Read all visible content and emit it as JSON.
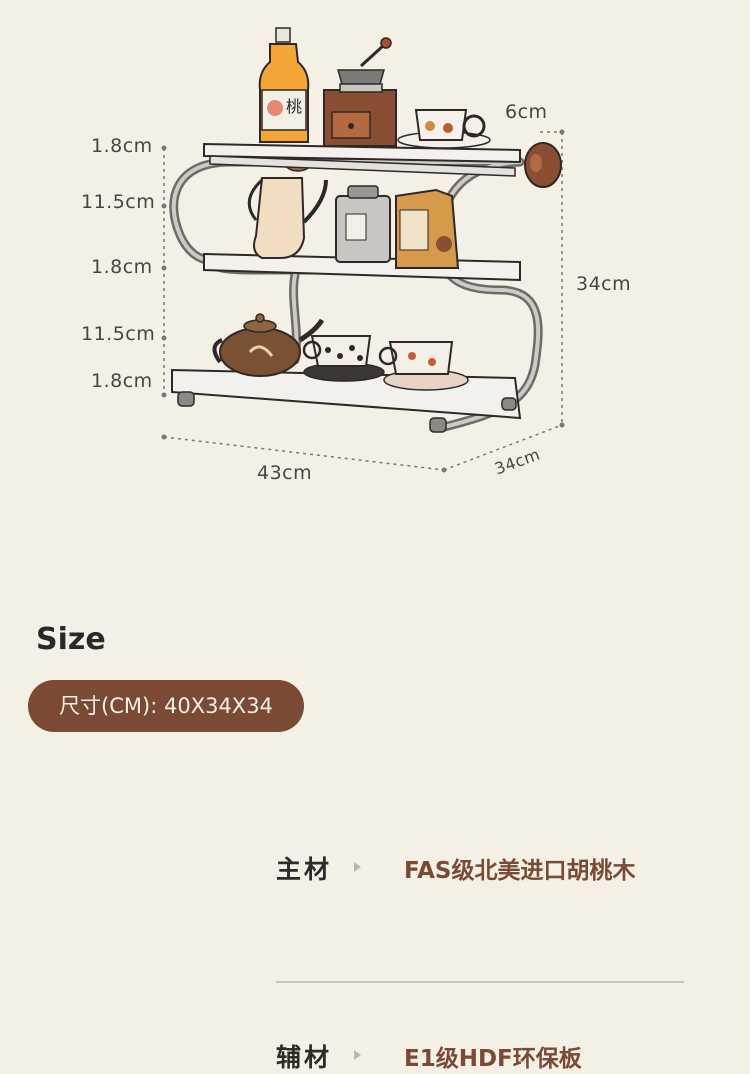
{
  "dimensions": {
    "shelf_thickness_top": "1.8cm",
    "gap_upper": "11.5cm",
    "shelf_thickness_middle": "1.8cm",
    "gap_lower": "11.5cm",
    "shelf_thickness_bottom": "1.8cm",
    "knob_depth": "6cm",
    "height": "34cm",
    "width": "43cm",
    "depth": "34cm"
  },
  "size": {
    "title": "Size",
    "pill": "尺寸(CM): 40X34X34"
  },
  "specs": [
    {
      "label": "主材",
      "value": "FAS级北美进口胡桃木"
    },
    {
      "label": "辅材",
      "value": "E1级HDF环保板"
    }
  ],
  "colors": {
    "background": "#f4f0e6",
    "accent_brown": "#7a4a35",
    "text_dark": "#2f2b2a"
  }
}
